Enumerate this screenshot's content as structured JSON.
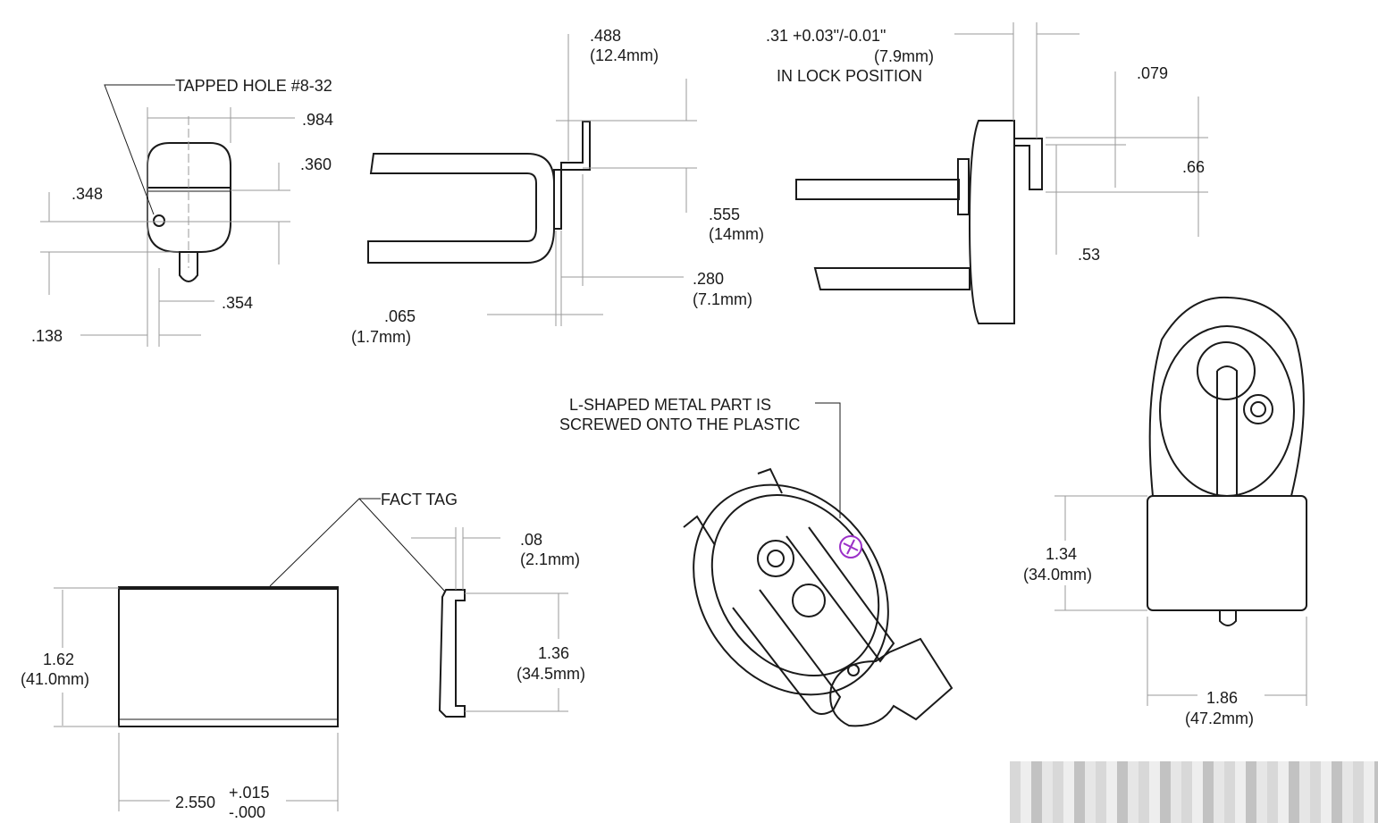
{
  "view_top_left": {
    "tapped_hole": "TAPPED HOLE #8-32",
    "dim_984": ".984",
    "dim_360": ".360",
    "dim_348": ".348",
    "dim_354": ".354",
    "dim_138": ".138"
  },
  "view_top_middle": {
    "dim_488": ".488",
    "dim_488_mm": "(12.4mm)",
    "dim_555": ".555",
    "dim_555_mm": "(14mm)",
    "dim_280": ".280",
    "dim_280_mm": "(7.1mm)",
    "dim_065": ".065",
    "dim_065_mm": "(1.7mm)"
  },
  "view_top_right": {
    "dim_31": ".31 +0.03\"/-0.01\"",
    "dim_31_mm": "(7.9mm)",
    "lock_note": "IN LOCK POSITION",
    "dim_079": ".079",
    "dim_66": ".66",
    "dim_53": ".53"
  },
  "isometric": {
    "note_line1": "L-SHAPED METAL PART IS",
    "note_line2": "SCREWED ONTO THE PLASTIC"
  },
  "fact_tag": {
    "label": "FACT TAG",
    "dim_08": ".08",
    "dim_08_mm": "(2.1mm)",
    "dim_136": "1.36",
    "dim_136_mm": "(34.5mm)",
    "dim_162": "1.62",
    "dim_162_mm": "(41.0mm)",
    "dim_2550": "2.550",
    "tol_plus": "+.015",
    "tol_minus": "-.000"
  },
  "front_view": {
    "dim_134": "1.34",
    "dim_134_mm": "(34.0mm)",
    "dim_186": "1.86",
    "dim_186_mm": "(47.2mm)"
  },
  "colors": {
    "line": "#1a1a1a",
    "dimension": "#9a9a9a",
    "screw": "#9b30c8"
  }
}
